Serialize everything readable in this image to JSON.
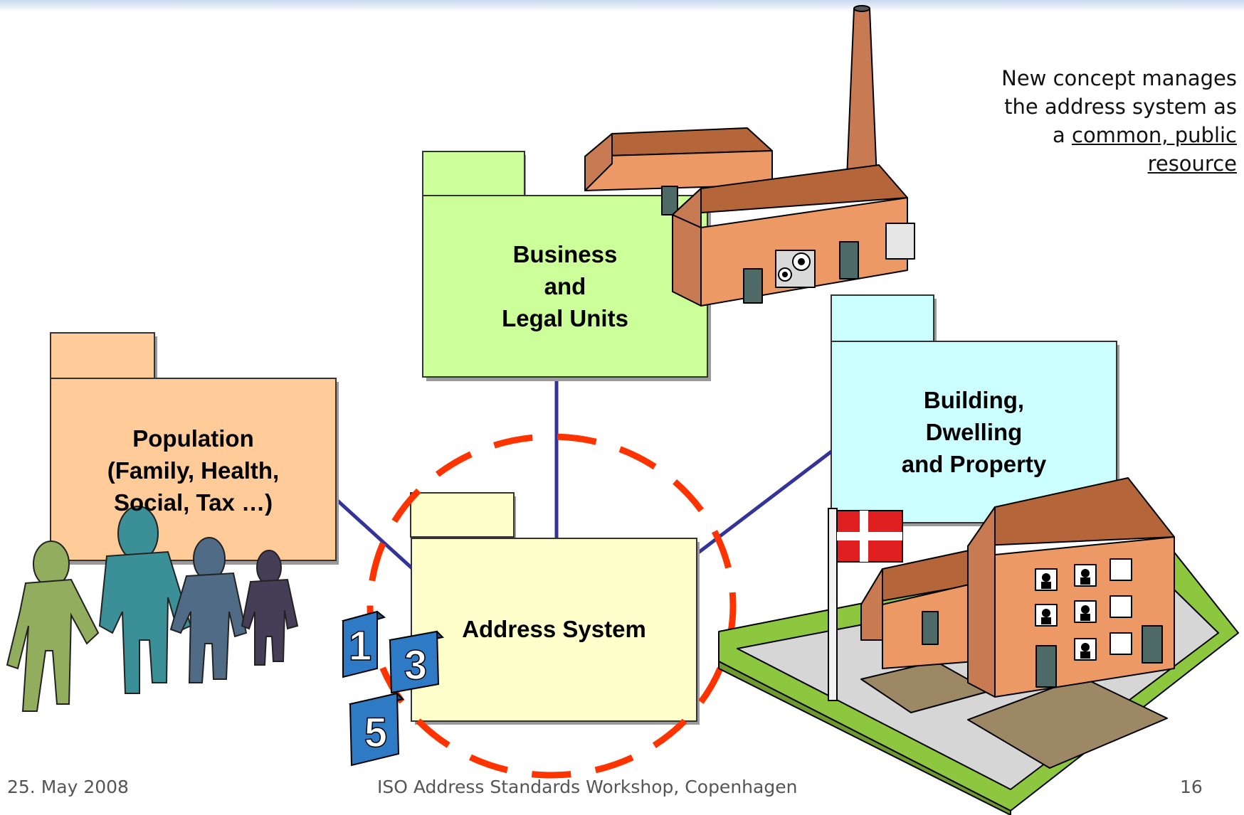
{
  "colors": {
    "business_fill": "#ccff99",
    "population_fill": "#ffcc99",
    "building_fill": "#ccffff",
    "address_fill": "#ffffcc",
    "connector": "#333399",
    "dashed_circle": "#ff3300",
    "roof": "#b5653a",
    "wall": "#ec9966",
    "lawn": "#8dc63f"
  },
  "packages": {
    "business": {
      "title": "Business\nand\nLegal Units"
    },
    "population": {
      "title": "Population\n(Family, Health,\nSocial, Tax …)"
    },
    "building": {
      "title": "Building,\nDwelling\nand Property"
    },
    "address": {
      "title": "Address System"
    }
  },
  "note": {
    "line1": "New concept manages",
    "line2": "the address system as",
    "line3_prefix": "a ",
    "line3_underlined": "common, public",
    "line4_underlined": "resource"
  },
  "number_tiles": [
    "1",
    "3",
    "5"
  ],
  "icons": [
    "factory-icon",
    "people-icon",
    "house-icon",
    "danish-flag-icon",
    "gear-icon"
  ],
  "footer": {
    "date": "25. May 2008",
    "event": "ISO Address Standards Workshop, Copenhagen",
    "page": "16"
  }
}
